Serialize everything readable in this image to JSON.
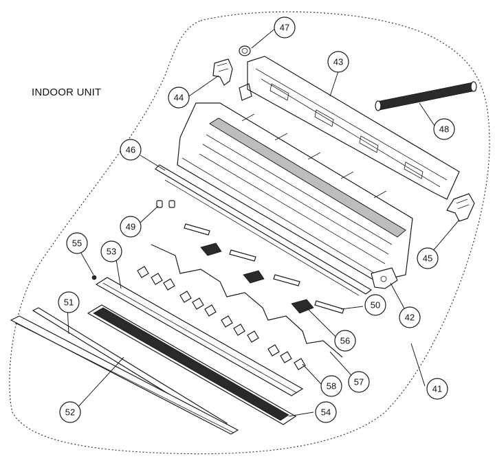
{
  "title": "INDOOR UNIT",
  "callouts": [
    {
      "id": "47",
      "label": "47"
    },
    {
      "id": "43",
      "label": "43"
    },
    {
      "id": "44",
      "label": "44"
    },
    {
      "id": "48",
      "label": "48"
    },
    {
      "id": "46",
      "label": "46"
    },
    {
      "id": "49",
      "label": "49"
    },
    {
      "id": "55",
      "label": "55"
    },
    {
      "id": "53",
      "label": "53"
    },
    {
      "id": "45",
      "label": "45"
    },
    {
      "id": "42",
      "label": "42"
    },
    {
      "id": "50",
      "label": "50"
    },
    {
      "id": "51",
      "label": "51"
    },
    {
      "id": "56",
      "label": "56"
    },
    {
      "id": "57",
      "label": "57"
    },
    {
      "id": "58",
      "label": "58"
    },
    {
      "id": "41",
      "label": "41"
    },
    {
      "id": "52",
      "label": "52"
    },
    {
      "id": "54",
      "label": "54"
    }
  ]
}
